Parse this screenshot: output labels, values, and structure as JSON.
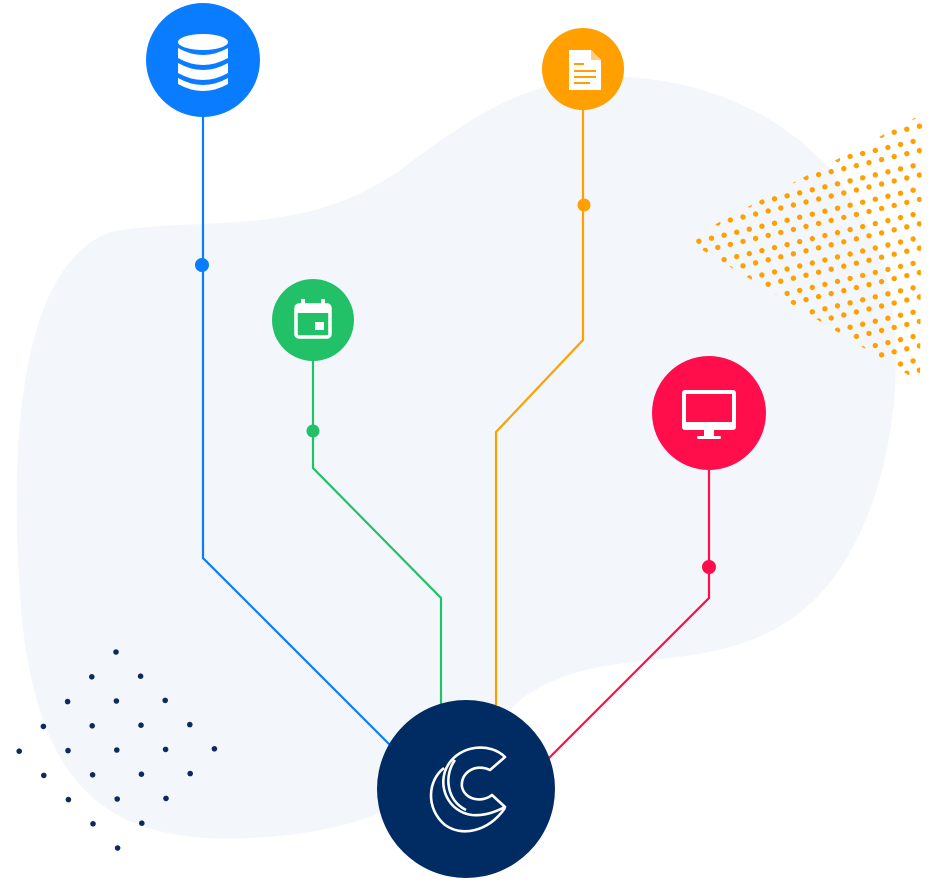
{
  "colors": {
    "blob": "#f3f7fc",
    "hub": "#002c63",
    "database": "#0a7cff",
    "calendar": "#22c168",
    "document": "#ffa000",
    "monitor": "#ff0e4b",
    "dot_pattern_left": "#0d2a5e",
    "dot_pattern_right": "#ffa000"
  },
  "nodes": [
    {
      "icon": "database-icon",
      "color_key": "database"
    },
    {
      "icon": "calendar-icon",
      "color_key": "calendar"
    },
    {
      "icon": "document-icon",
      "color_key": "document"
    },
    {
      "icon": "monitor-icon",
      "color_key": "monitor"
    }
  ],
  "hub": {
    "icon": "c-logo-icon"
  }
}
